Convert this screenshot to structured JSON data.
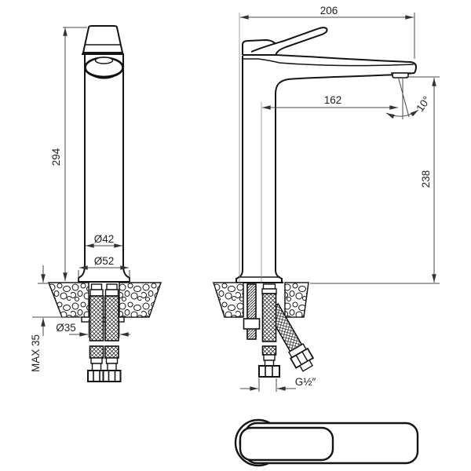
{
  "drawing": {
    "colors": {
      "outline": "#141414",
      "dimension": "#4a4a4a",
      "background": "#ffffff",
      "fill_dark": "#101010"
    },
    "dims": {
      "front_height": "294",
      "body_diameter": "Ø42",
      "base_diameter": "Ø52",
      "hole_diameter": "Ø35",
      "max_deck_thickness": "MAX 35",
      "side_length": "206",
      "spout_reach": "162",
      "spray_angle": "10°",
      "outlet_height": "238",
      "connection_thread": "G½″"
    }
  }
}
